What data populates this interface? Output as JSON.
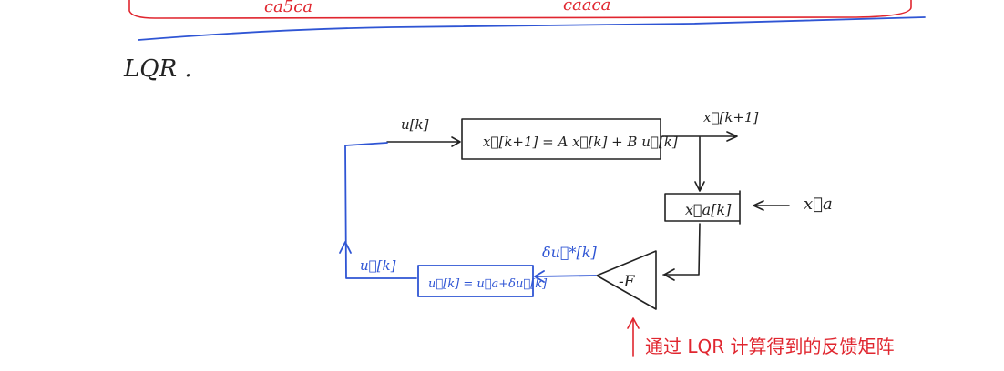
{
  "top_fragments": {
    "left": "ca5ca",
    "right": "caaca"
  },
  "title": "LQR .",
  "plant": {
    "input_label": "u[k]",
    "equation": "x⃗[k+1] = A x⃗[k]  + B u⃗[k]",
    "output_label": "x⃗[k+1]"
  },
  "compare_box": {
    "label": "x⃗a[k]",
    "ref_label": "x⃗a"
  },
  "gain": {
    "label": "-F"
  },
  "delta_label": "δu⃗*[k]",
  "update_box": {
    "label": "u⃗[k] = u⃗a+δu⃗[k]"
  },
  "loop_label": "u⃗[k]",
  "annotation": "通过 LQR 计算得到的反馈矩阵",
  "colors": {
    "ink": "#222222",
    "blue": "#2f55d4",
    "red": "#e0262f"
  }
}
